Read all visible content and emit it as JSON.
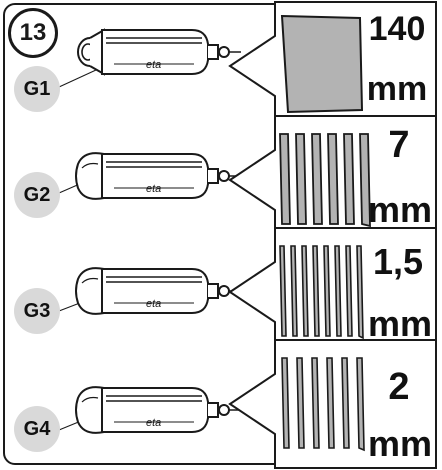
{
  "step_number": "13",
  "brand_logo": "eta",
  "attachments": [
    {
      "label": "G1",
      "width_value": "140",
      "unit": "mm",
      "pattern": "sheet"
    },
    {
      "label": "G2",
      "width_value": "7",
      "unit": "mm",
      "pattern": "strips"
    },
    {
      "label": "G3",
      "width_value": "1,5",
      "unit": "mm",
      "pattern": "strips"
    },
    {
      "label": "G4",
      "width_value": "2",
      "unit": "mm",
      "pattern": "strips"
    }
  ],
  "colors": {
    "line": "#1a1a1a",
    "pasta_fill": "#b3b3b3",
    "label_bg": "#d9d9d9"
  }
}
